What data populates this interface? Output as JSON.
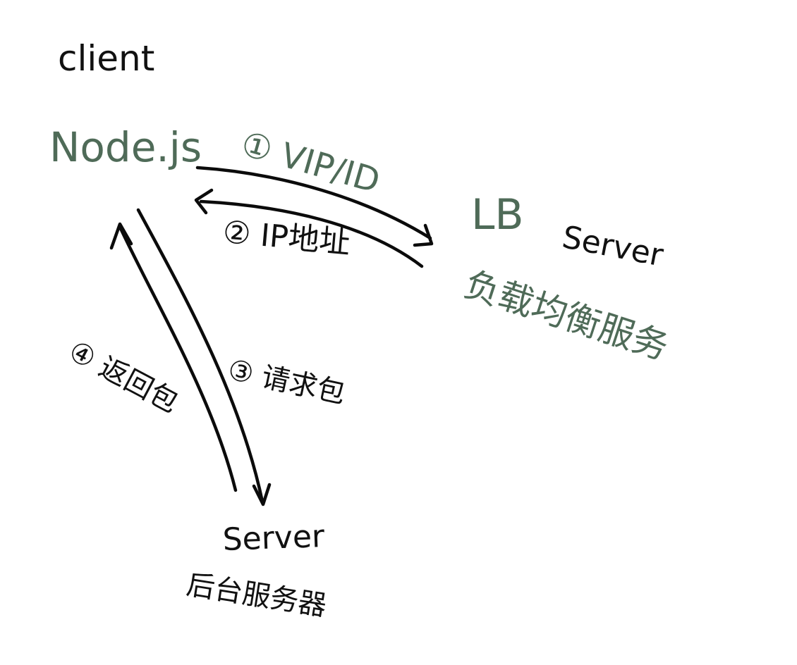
{
  "nodes": {
    "client": "client",
    "nodejs": "Node.js",
    "lb": "LB",
    "lb_server": "Server",
    "lb_desc": "负载均衡服务",
    "server": "Server",
    "server_desc": "后台服务器"
  },
  "steps": {
    "step1": "① VIP/ID",
    "step2": "② IP地址",
    "step3": "③ 请求包",
    "step4": "④ 返回包"
  },
  "colors": {
    "black_ink": "#111111",
    "green_ink": "#4f6b58"
  }
}
